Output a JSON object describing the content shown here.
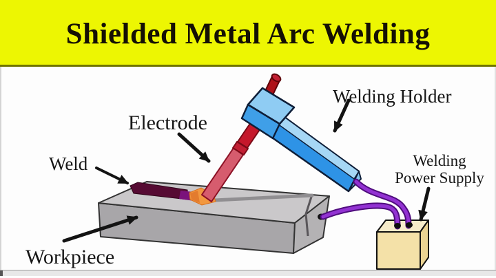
{
  "banner": {
    "title": "Shielded Metal Arc Welding",
    "background": "#edf602",
    "divider_color": "#6f7400",
    "text_color": "#151004"
  },
  "labels": {
    "electrode": "Electrode",
    "weld": "Weld",
    "workpiece": "Workpiece",
    "welding_holder": "Welding Holder",
    "welding_power_supply_line1": "Welding",
    "welding_power_supply_line2": "Power Supply"
  },
  "colors": {
    "electrode_rod_red": "#c5182b",
    "electrode_lower_flux": "#d65c6e",
    "electrode_stub_dark_red": "#ae1119",
    "holder_blue": "#2e93e6",
    "holder_highlight_blue": "#a6d7f5",
    "weld_bead_maroon": "#560b33",
    "weld_hot_purple": "#7b127b",
    "arc_orange": "#f29840",
    "workpiece_top_gray": "#cac8ca",
    "workpiece_front_gray": "#a8a6a9",
    "cable_purple": "#9232d2",
    "power_supply_cream": "#f4e1a8",
    "arrow_black": "#131313"
  }
}
